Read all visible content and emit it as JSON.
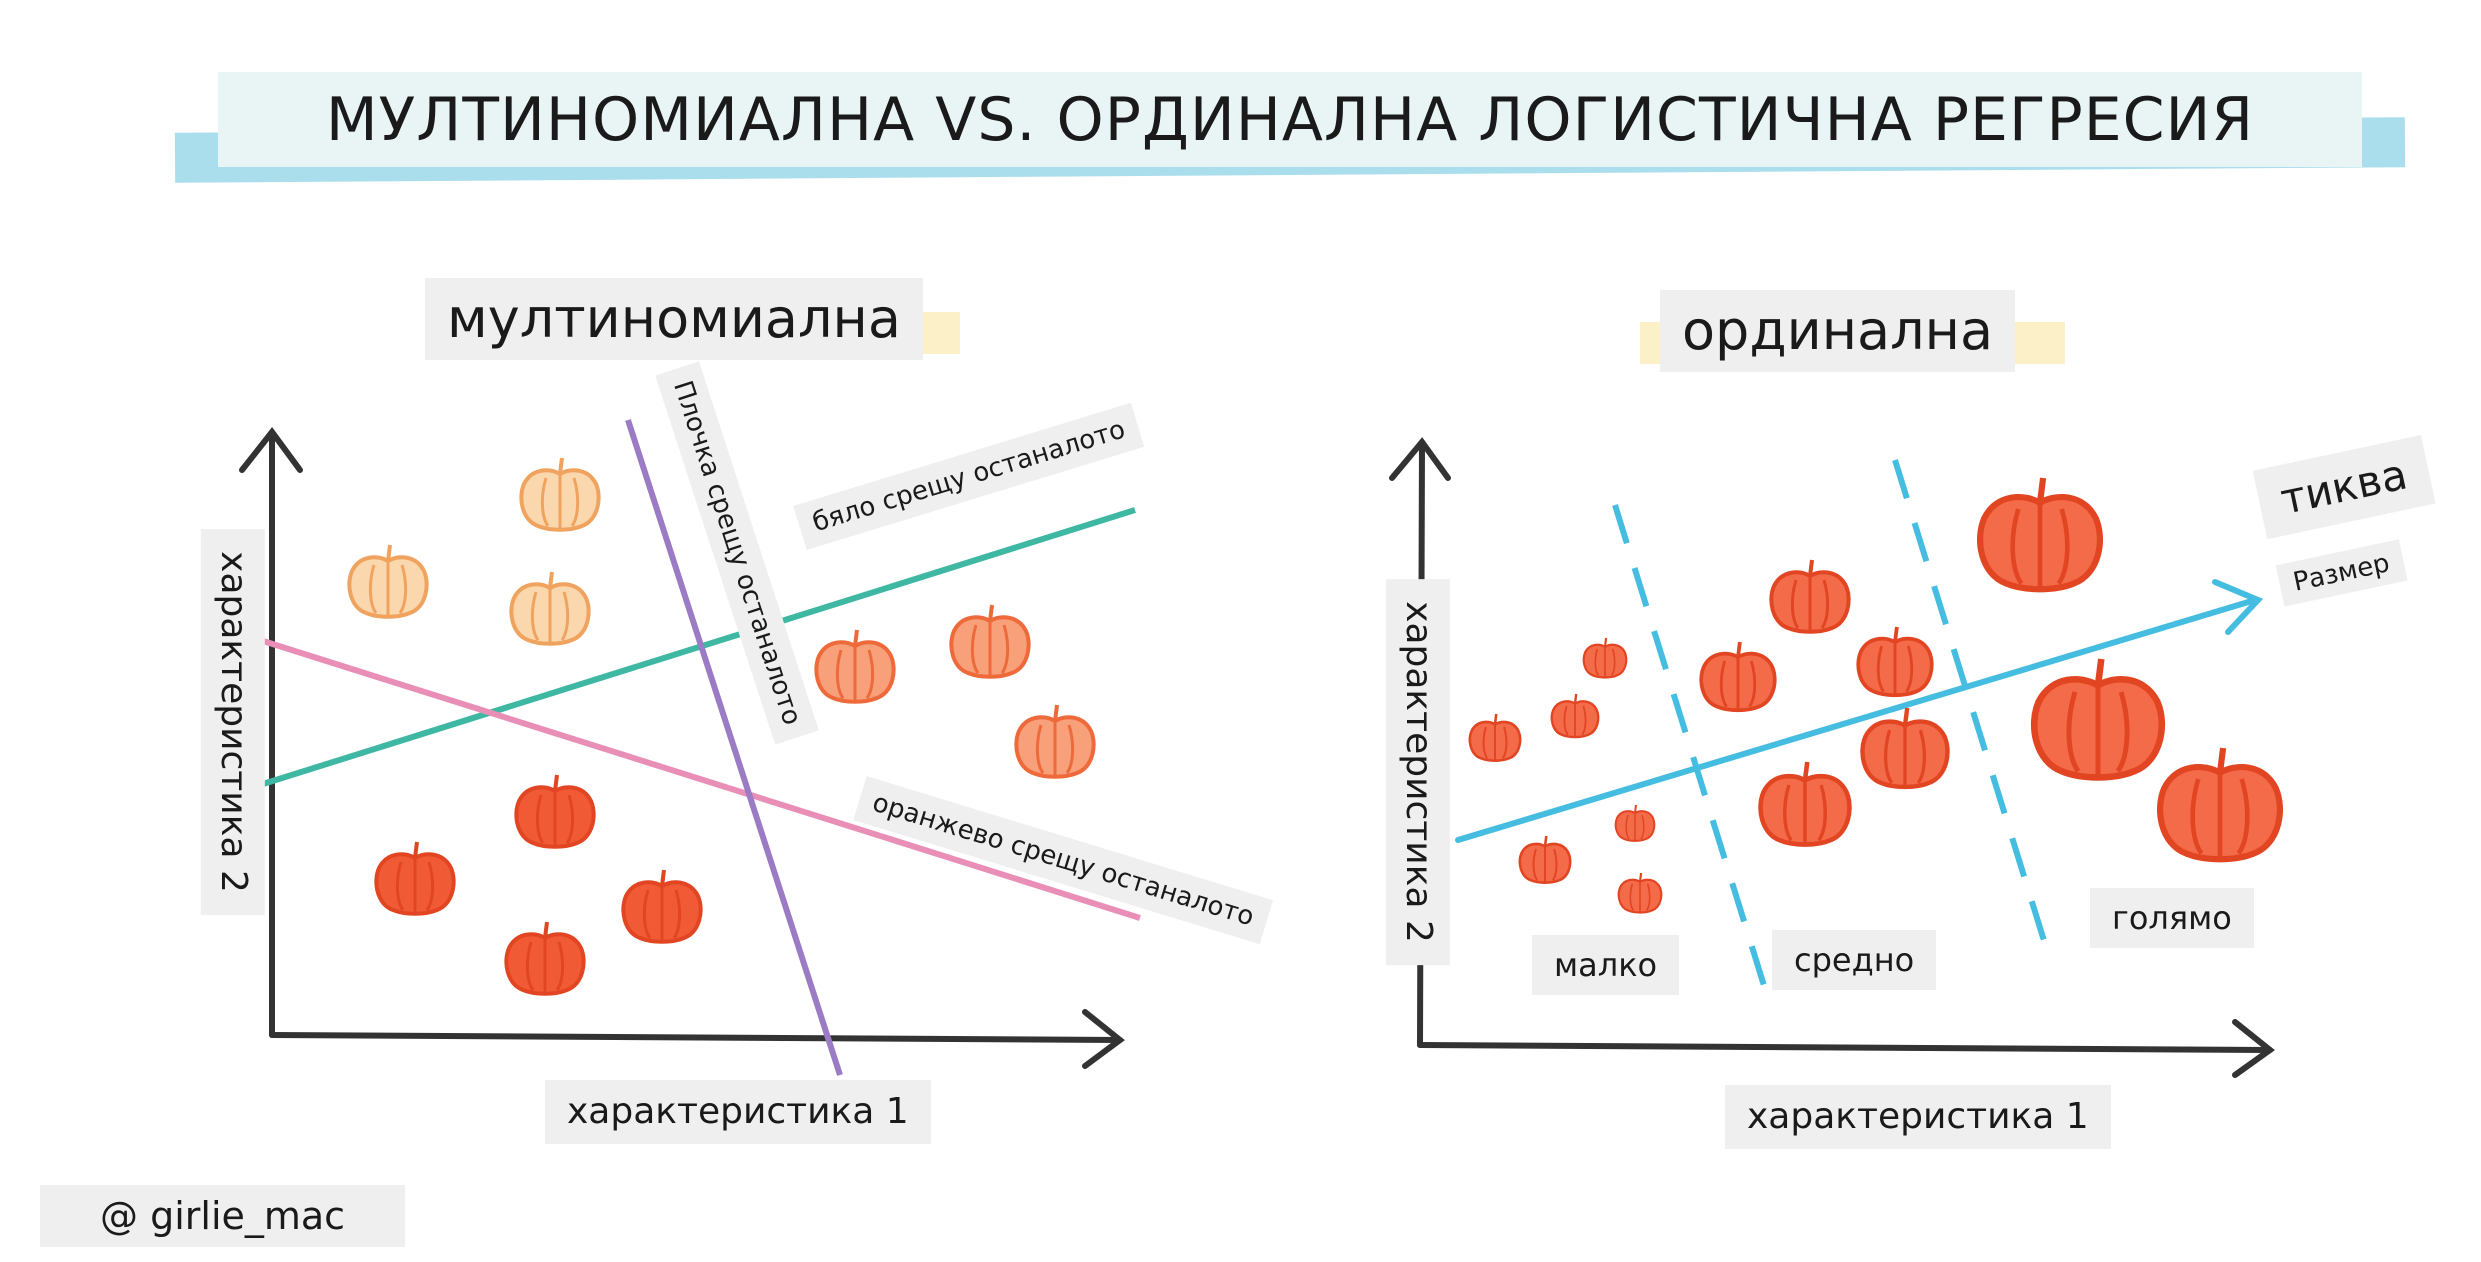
{
  "title": "МУЛТИНОМИАЛНА VS. ОРДИНАЛНА ЛОГИСТИЧНА РЕГРЕСИЯ",
  "left_panel": {
    "heading": "мултиномиална",
    "x_axis_label": "характеристика 1",
    "y_axis_label": "характеристика 2",
    "lines": {
      "white": "бяло срещу останалото",
      "striped": "Плочка срещу останалото",
      "orange": "оранжево срещу останалото"
    }
  },
  "right_panel": {
    "heading": "ординална",
    "x_axis_label": "характеристика 1",
    "y_axis_label": "характеристика 2",
    "arrow_label_main": "тиква",
    "arrow_label_sub": "Размер",
    "categories": [
      "малко",
      "средно",
      "голямо"
    ]
  },
  "credit": "@ girlie_mac",
  "colors": {
    "teal_line": "#3fb8a3",
    "pink_line": "#e98fb7",
    "purple_line": "#9a7bc4",
    "blue_arrow": "#45bde0",
    "orange_pumpkin": "#ef6a3e",
    "pale_pumpkin": "#f5b77a",
    "axis": "#333333"
  }
}
